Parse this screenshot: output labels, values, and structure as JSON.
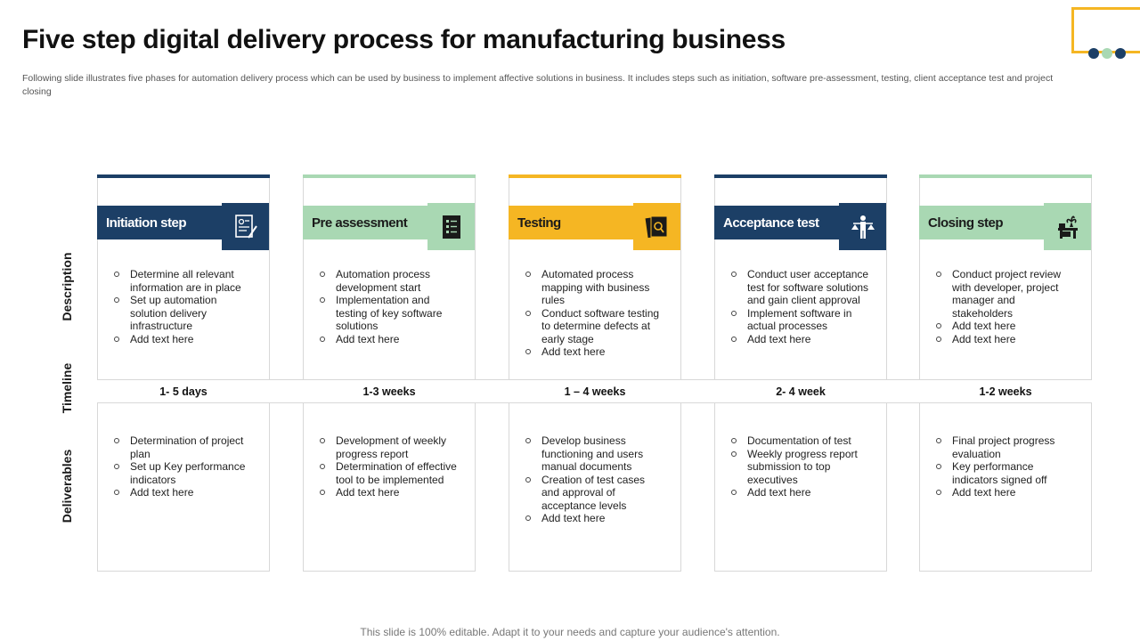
{
  "title": "Five step digital delivery process for manufacturing business",
  "subtitle": "Following slide illustrates five phases for automation delivery process which can be used by business to implement affective solutions in business. It includes steps such as initiation, software pre-assessment, testing, client acceptance test and project closing",
  "row_labels": {
    "description": "Description",
    "timeline": "Timeline",
    "deliverables": "Deliverables"
  },
  "colors": {
    "navy": "#1c3f66",
    "green": "#a9d8b3",
    "yellow": "#f5b623",
    "accent_dot_navy": "#1c3f66",
    "accent_dot_green": "#a9d8b3"
  },
  "steps": [
    {
      "title": "Initiation step",
      "icon": "report-document-icon",
      "theme": "navy",
      "timeline": "1- 5 days",
      "description": [
        "Determine all relevant information are in place",
        "Set up automation solution delivery infrastructure",
        "Add text here"
      ],
      "deliverables": [
        "Determination of project plan",
        "Set up Key performance indicators",
        "Add text here"
      ]
    },
    {
      "title": "Pre assessment",
      "icon": "checklist-icon",
      "theme": "green",
      "timeline": "1-3 weeks",
      "description": [
        "Automation process development start",
        "Implementation and testing of key software solutions",
        "Add text here"
      ],
      "deliverables": [
        "Development of weekly progress report",
        "Determination of effective tool to be implemented",
        "Add text here"
      ]
    },
    {
      "title": "Testing",
      "icon": "document-search-icon",
      "theme": "yellow",
      "timeline": "1 – 4 weeks",
      "description": [
        "Automated process mapping with business rules",
        "Conduct software testing to determine defects at early stage",
        "Add text here"
      ],
      "deliverables": [
        "Develop business functioning and users manual documents",
        "Creation of test cases and approval of acceptance levels",
        "Add text here"
      ]
    },
    {
      "title": "Acceptance test",
      "icon": "person-balance-icon",
      "theme": "navy",
      "timeline": "2- 4 week",
      "description": [
        "Conduct user acceptance test for software solutions and gain client approval",
        "Implement software in actual processes",
        "Add text here"
      ],
      "deliverables": [
        "Documentation of test",
        "Weekly progress report submission to top executives",
        "Add text here"
      ]
    },
    {
      "title": "Closing step",
      "icon": "desk-plant-icon",
      "theme": "green",
      "timeline": "1-2 weeks",
      "description": [
        "Conduct project review with developer, project manager and stakeholders",
        "Add text here",
        "Add text here"
      ],
      "deliverables": [
        "Final project progress evaluation",
        "Key performance indicators signed off",
        "Add text here"
      ]
    }
  ],
  "footer": "This slide is 100% editable. Adapt it to your needs and capture your audience's attention."
}
